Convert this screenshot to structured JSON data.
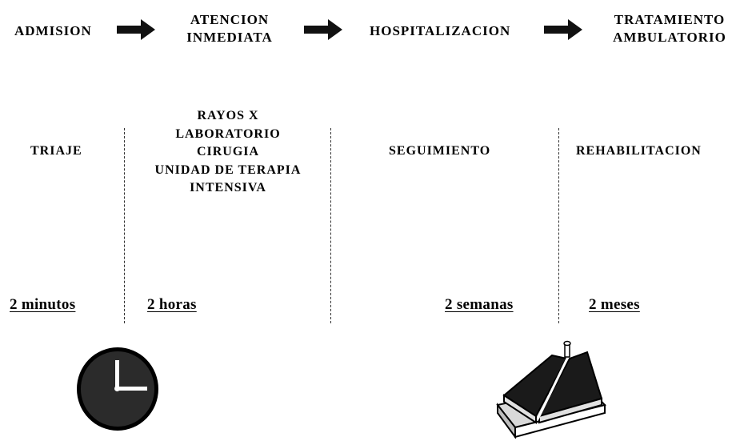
{
  "stages": [
    {
      "label": "ADMISION"
    },
    {
      "line1": "ATENCION",
      "line2": "INMEDIATA"
    },
    {
      "label": "HOSPITALIZACION"
    },
    {
      "line1": "TRATAMIENTO",
      "line2": "AMBULATORIO"
    }
  ],
  "activities": {
    "triaje": "TRIAJE",
    "atencion_items": [
      "RAYOS X",
      "LABORATORIO",
      "CIRUGIA",
      "UNIDAD DE TERAPIA",
      "INTENSIVA"
    ],
    "seguimiento": "SEGUIMIENTO",
    "rehabilitacion": "REHABILITACION"
  },
  "durations": [
    "2 minutos",
    "2 horas",
    "2 semanas",
    "2 meses"
  ],
  "icons": {
    "clock": "clock-icon",
    "bed": "hospital-bed-icon"
  },
  "colors": {
    "ink": "#000000",
    "clock_face": "#2b2b2b",
    "clock_hands": "#ffffff",
    "background": "#ffffff"
  }
}
